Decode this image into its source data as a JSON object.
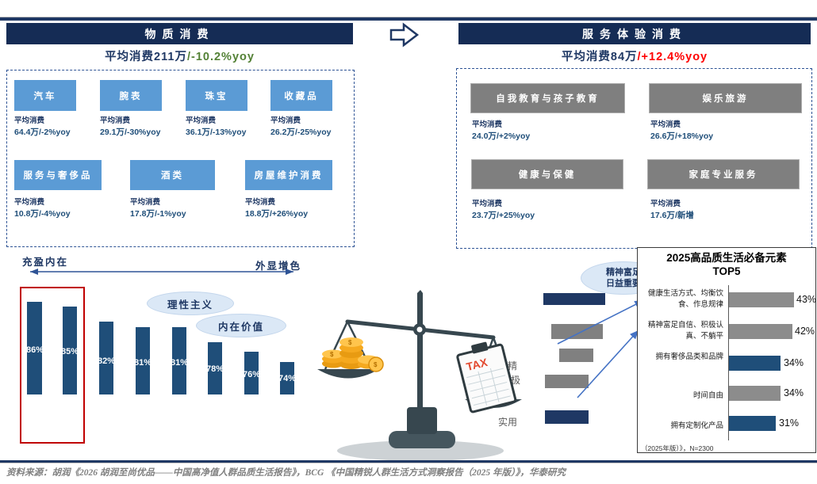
{
  "material": {
    "header": "物质消费",
    "avg_label": "平均消费211万",
    "avg_yoy": "/-10.2%yoy",
    "sub_caption": "平均消费",
    "items": [
      {
        "label": "汽车",
        "sub": "平均消费",
        "value": "64.4万",
        "yoy": "/-2%yoy",
        "trend": "down"
      },
      {
        "label": "腕表",
        "sub": "平均消费",
        "value": "29.1万",
        "yoy": "/-30%yoy",
        "trend": "down"
      },
      {
        "label": "珠宝",
        "sub": "平均消费",
        "value": "36.1万",
        "yoy": "/-13%yoy",
        "trend": "down"
      },
      {
        "label": "收藏品",
        "sub": "平均消费",
        "value": "26.2万",
        "yoy": "/-25%yoy",
        "trend": "down"
      },
      {
        "label": "服务与奢侈品",
        "sub": "平均消费",
        "value": "10.8万",
        "yoy": "/-4%yoy",
        "trend": "down"
      },
      {
        "label": "酒类",
        "sub": "平均消费",
        "value": "17.8万",
        "yoy": "/-1%yoy",
        "trend": "down"
      },
      {
        "label": "房屋维护消费",
        "sub": "平均消费",
        "value": "18.8万",
        "yoy": "/+26%yoy",
        "trend": "up"
      }
    ]
  },
  "service": {
    "header": "服务体验消费",
    "avg_label": "平均消费84万",
    "avg_yoy": "/+12.4%yoy",
    "items": [
      {
        "label": "自我教育与孩子教育",
        "sub": "平均消费",
        "value": "24.0万",
        "yoy": "/+2%yoy",
        "trend": "up"
      },
      {
        "label": "娱乐旅游",
        "sub": "平均消费",
        "value": "26.6万",
        "yoy": "/+18%yoy",
        "trend": "up"
      },
      {
        "label": "健康与保健",
        "sub": "平均消费",
        "value": "23.7万",
        "yoy": "/+25%yoy",
        "trend": "up"
      },
      {
        "label": "家庭专业服务",
        "sub": "平均消费",
        "value": "17.6万",
        "yoy": "/新增",
        "trend": "up"
      }
    ]
  },
  "spectrum": {
    "left": "充盈内在",
    "right": "外显增色"
  },
  "bubbles": {
    "b1": "理性主义",
    "b2": "内在价值"
  },
  "callout": {
    "line1": "精神富足",
    "line2": "日益重要"
  },
  "scale_art": {
    "tax": "TAX",
    "mark1": "精",
    "mark2": "极",
    "mark3": "实用"
  },
  "chart_data": [
    {
      "type": "bar",
      "title": "",
      "categories": [
        "",
        "",
        "",
        "",
        "",
        "",
        "",
        ""
      ],
      "values": [
        86,
        85,
        82,
        81,
        81,
        78,
        76,
        74
      ],
      "labels": [
        "86%",
        "85%",
        "82%",
        "81%",
        "81%",
        "78%",
        "76%",
        "74%"
      ],
      "unit": "%",
      "bar_color": "#1F4E79",
      "axis_truncated": true,
      "highlight": "first two bars framed in red box",
      "annotations": [
        "理性主义",
        "内在价值"
      ],
      "xlabel": "充盈内在 → 外显增色",
      "legend_position": "none"
    },
    {
      "type": "bar",
      "orientation": "horizontal",
      "title": "2025高品质生活必备元素",
      "subtitle": "TOP5",
      "categories": [
        "健康生活方式、均衡饮食、作息规律",
        "精神富足自信、积极认真、不躺平",
        "拥有奢侈品类和品牌",
        "时间自由",
        "拥有定制化产品"
      ],
      "values": [
        43,
        42,
        34,
        34,
        31
      ],
      "labels": [
        "43%",
        "42%",
        "34%",
        "34%",
        "31%"
      ],
      "bar_classes": [
        "gray",
        "gray",
        "blue",
        "gray",
        "blue"
      ],
      "bar_colors": [
        "#8C8C8C",
        "#8C8C8C",
        "#1F4E79",
        "#8C8C8C",
        "#1F4E79"
      ],
      "note": "（2025年版）》，N=2300",
      "legend_position": "none"
    }
  ],
  "source": "资料来源：胡润《2026 胡润至尚优品——中国高净值人群品质生活报告》，BCG 《中国精锐人群生活方式洞察报告（2025 年版）》，华泰研究",
  "colors": {
    "header_navy": "#152C55",
    "text_navy": "#1F3864",
    "value_blue": "#1F4E79",
    "light_blue_box": "#5B9BD5",
    "gray_box": "#7F7F7F",
    "green_down": "#538135",
    "red_up": "#FF0000",
    "bar_navy": "#1F4E79",
    "dashed_border": "#2E5395",
    "red_frame": "#C00000",
    "bubble_fill": "#DBE8F6",
    "arrow_blue": "#4472C4"
  }
}
